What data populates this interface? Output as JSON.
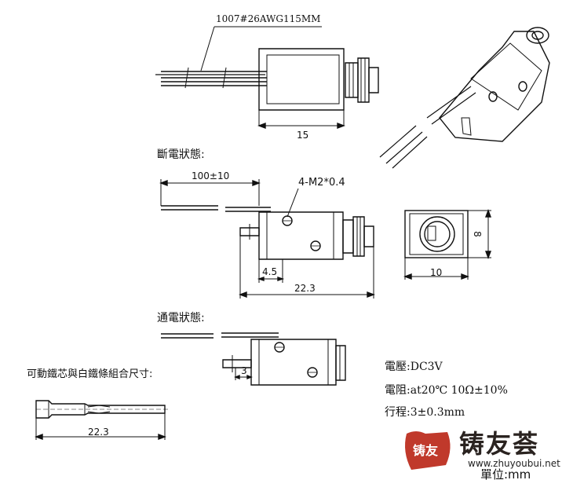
{
  "labels": {
    "wire_spec": "1007#26AWG115MM",
    "dim_15": "15",
    "state_off": "斷電狀態:",
    "dim_100": "100±10",
    "screw_holes": "4-M2*0.4",
    "dim_4_5": "4.5",
    "dim_22_3_top": "22.3",
    "dim_8": "8",
    "dim_10": "10",
    "state_on": "通電狀態:",
    "dim_3": "3",
    "plunger_title": "可動鐵芯與白鐵條組合尺寸:",
    "dim_22_3_bottom": "22.3"
  },
  "specs": {
    "voltage": "電壓:DC3V",
    "resistance": "電阻:at20℃  10Ω±10%",
    "stroke": "行程:3±0.3mm"
  },
  "watermark": {
    "brand": "铸友荟",
    "logo_char": "铸友",
    "url": "www.zhuyoubui.net",
    "unit": "單位:mm",
    "logo_color": "#c0392b"
  }
}
